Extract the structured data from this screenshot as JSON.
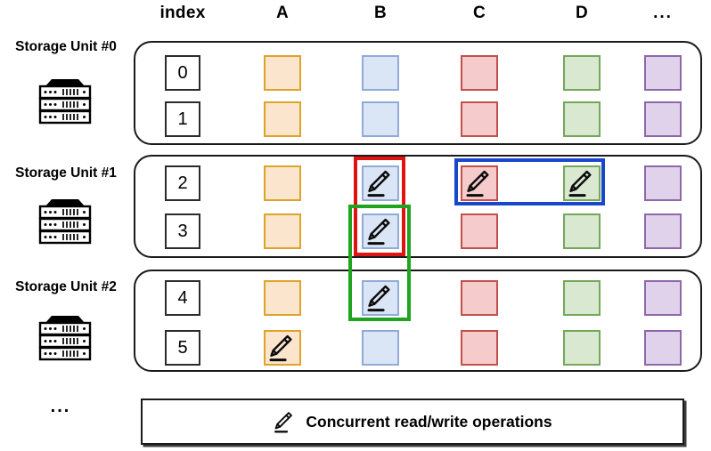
{
  "header": {
    "index": "index",
    "columns": [
      "A",
      "B",
      "C",
      "D"
    ],
    "ellipsis": "..."
  },
  "palette": {
    "A": {
      "fill": "#FCE5CD",
      "border": "#DFA32B"
    },
    "B": {
      "fill": "#DAE5F6",
      "border": "#91ABD9"
    },
    "C": {
      "fill": "#F5CCCB",
      "border": "#C2514D"
    },
    "D": {
      "fill": "#D9E8D1",
      "border": "#75A758"
    },
    "more": {
      "fill": "#E0D2EA",
      "border": "#8F68A9"
    }
  },
  "storage_units": [
    {
      "label": "Storage Unit #0",
      "rows": [
        {
          "index": "0",
          "write_cells": []
        },
        {
          "index": "1",
          "write_cells": []
        }
      ]
    },
    {
      "label": "Storage Unit #1",
      "rows": [
        {
          "index": "2",
          "write_cells": [
            "B",
            "C",
            "D"
          ]
        },
        {
          "index": "3",
          "write_cells": [
            "B"
          ]
        }
      ]
    },
    {
      "label": "Storage Unit #2",
      "rows": [
        {
          "index": "4",
          "write_cells": [
            "B"
          ]
        },
        {
          "index": "5",
          "write_cells": [
            "A"
          ]
        }
      ]
    }
  ],
  "overlays": [
    {
      "name": "red-write-group",
      "color": "#E01212",
      "cells": [
        [
          "2",
          "B"
        ],
        [
          "3",
          "B"
        ]
      ]
    },
    {
      "name": "green-write-group",
      "color": "#1FA41F",
      "cells": [
        [
          "3",
          "B"
        ],
        [
          "4",
          "B"
        ]
      ]
    },
    {
      "name": "blue-write-group",
      "color": "#1847CB",
      "cells": [
        [
          "2",
          "C"
        ],
        [
          "2",
          "D"
        ]
      ]
    }
  ],
  "legend": {
    "text": "Concurrent read/write operations"
  },
  "bottom_ellipsis": "..."
}
